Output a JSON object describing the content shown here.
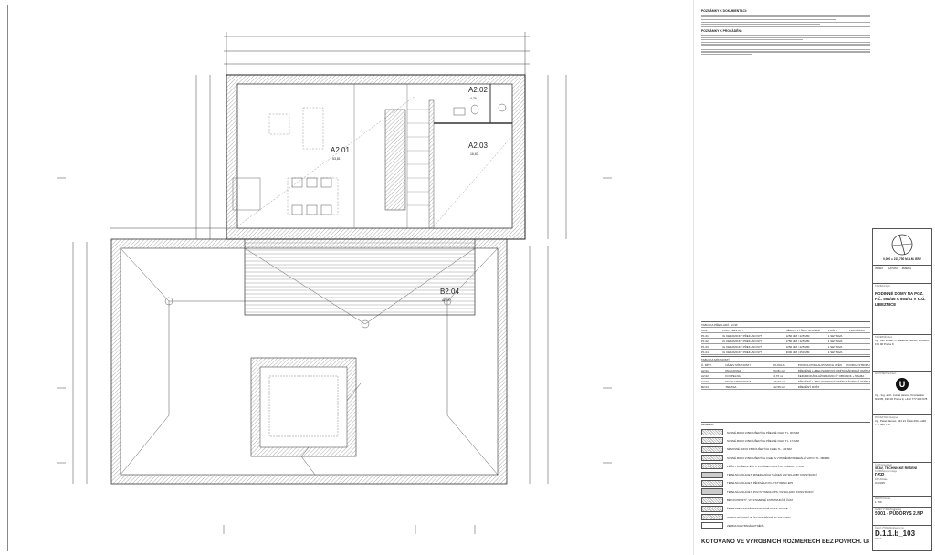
{
  "plan": {
    "rooms": [
      {
        "id": "A2.01",
        "area": "53,81"
      },
      {
        "id": "A2.02",
        "area": "4,76"
      },
      {
        "id": "A2.03",
        "area": "16,63"
      },
      {
        "id": "B2.04",
        "area": "42,55"
      }
    ]
  },
  "notes": {
    "heading1": "POZNÁMKY K DOKUMENTACI:",
    "heading2": "POZNÁMKY K PROVÁDĚNÍ:"
  },
  "lintel_table": {
    "title": "TABULKA PŘEKLADŮ - 2.NP",
    "headers": [
      "OZN.",
      "POPIS SESTAVY",
      "DÉLKA / VÝŠKA / ULOŽENÍ",
      "POČET",
      "POZNÁMKA"
    ],
    "rows": [
      [
        "P1.01",
        "3x KERAMICKÝ PŘEKLAD KP7",
        "1250 MM / 125 MM",
        "1 SESTAVA",
        ""
      ],
      [
        "P1.02",
        "2x KERAMICKÝ PŘEKLAD KP7",
        "1750 MM / 125 MM",
        "1 SESTAVA",
        ""
      ],
      [
        "P1.03",
        "3x KERAMICKÝ PŘEKLAD KP7",
        "1250 MM / 125 MM",
        "1 SESTAVA",
        ""
      ],
      [
        "P1.04",
        "3x KERAMICKÝ PŘEKLAD KP7",
        "3000 MM / 250 MM",
        "1 SESTAVA",
        ""
      ]
    ]
  },
  "room_table": {
    "title": "TABULKA MÍSTNOSTÍ",
    "headers": [
      "Č. MÍST.",
      "NÁZEV MÍSTNOSTI",
      "PLOCHA",
      "POVRCH PODLAHY",
      "POVRCH STĚN",
      "POVRCH STROPU"
    ],
    "rows": [
      [
        "A2.01",
        "PRACOVNA",
        "53,81 m2",
        "DŘEVĚNÉ LAMELY",
        "SÁDROVÁ OMÍTKA",
        "SÁDROVÁ OMÍTKA"
      ],
      [
        "A2.02",
        "KOUPELNA",
        "4,76 m2",
        "KERAMICKÁ DLAŽBA",
        "KERAMICKÝ OBKLAD",
        "SDK + MALBA"
      ],
      [
        "A2.03",
        "POKOJ-PRACOVNA",
        "16,63 m2",
        "DŘEVĚNÉ LAMELY",
        "SÁDROVÁ OMÍTKA",
        "SÁDROVÁ OMÍTKA"
      ],
      [
        "B2.04",
        "TERASA",
        "42,55 m2",
        "DŘEVĚNÝ ROŠT",
        "",
        " "
      ]
    ]
  },
  "legend": {
    "title": "LEGENDA",
    "items": [
      "NOSNÉ ZDIVO Z BROUŠENÝCH PŘESNÉ CIHLY TL. 300 MM",
      "NOSNÉ ZDIVO Z BROUŠENÝCH PŘESNÉ CIHLY TL. 175 MM",
      "NENOSNÉ ZDIVO Z BROUŠENÝCH CIHEL TL. 140 MM",
      "NOSNÉ ZDIVO Z BROUŠENÝCH CIHEL S VYPLNĚNÍM MINERÁLNÍ VATOU TL. 380 MM",
      "PŘÍČKY A PŘEDSTĚNY Z PORÓBETONOVÝCH TVÁRNIC YTONG",
      "TEPELNÁ IZOLACE Z MINERÁLNÍCH VLÁKEN, VIZ SKLADBY KONSTRUKCÍ",
      "TEPELNÁ IZOLACE Z PĚNOVÉHO POLYSTYRENU EPS",
      "TEPELNÁ IZOLACE Z POLYSTYRENU XPS, VIZ SKLADBY KONSTRUKCÍ",
      "BETON PROSTÝ, VIZ STAVEBNĚ KONSTRUKČNÍ ČÁST",
      "ŽELEZOBETONOVÉ MONOLITICKÉ KONSTRUKCE",
      "ZEMINA PŮVODNÍ, HLÍNA SE STŘEDNÍ PLASTICITOU",
      "ZEMINA NASYPANÁ HUTNĚNÁ"
    ]
  },
  "dimension_note": "KÓTOVÁNO VE VÝROBNÍCH ROZMĚRECH BEZ POVRCH. ÚPRAV",
  "title_block": {
    "level": "0,000 = 215,750 M.N.M. BPV",
    "revision_headers": [
      "INDEX",
      "DATUM",
      "ZMĚNA"
    ],
    "project_label": "STAVBA/project",
    "project": "RODINNÉ DOMY NA POZ. P.Č. 554/46 A 554/51 V K.Ú. LIBEZNICE",
    "client_label": "STAVEBNÍK/client",
    "client": "Ing. Jan Vaněk, U Stadionu 190/18, Střížkov, 190 00 Praha 9",
    "architect_label": "ARCHITEKT/architect",
    "logo_letter": "U",
    "architect": "Ing., Ing. arch. Lukáš Janout, Kročanská 604/35, 190 00 Praha 9, +420 777 090 678",
    "designer_label": "PROJEKTANT/designer",
    "designer": "Ing. Pavel Janout, 534 21 Čistá 294, +420 737 586 718",
    "part_label": "ČÁST/project part",
    "part": "STAV. TECHNICKÉ ŘEŠENÍ",
    "stage_label": "STUPEŇ/project stage",
    "stage": "DSP",
    "date_label": "DATUM/date",
    "date": "01/2015",
    "scale_label": "MĚŘÍTKO/scale",
    "scale": "1 : 50",
    "drawing_name_label": "NÁZEV VÝKRESU/drawing",
    "drawing_name": "S001 - PŮDORYS 2.NP",
    "drawing_no_label": "ČÍSLO VÝKRESU/drawing no.",
    "drawing_no": "D.1.1.b_103",
    "index_label": "INDEX"
  }
}
